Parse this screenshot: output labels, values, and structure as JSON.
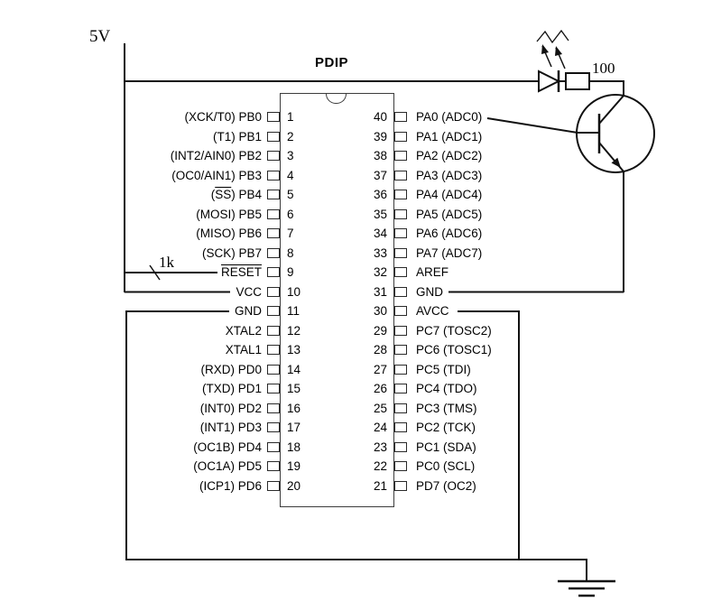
{
  "title": "PDIP",
  "supply_label": "5V",
  "reset_resistor_label": "1k",
  "led_resistor_label": "100",
  "colors": {
    "wire": "#111111",
    "background": "#ffffff",
    "ic_outline": "#3c3c3c"
  },
  "ic": {
    "package": "PDIP",
    "left_pins": [
      {
        "pin": "1",
        "label": "(XCK/T0) PB0"
      },
      {
        "pin": "2",
        "label": "(T1) PB1"
      },
      {
        "pin": "3",
        "label": "(INT2/AIN0) PB2"
      },
      {
        "pin": "4",
        "label": "(OC0/AIN1) PB3"
      },
      {
        "pin": "5",
        "pre": "(",
        "over": "SS",
        "post": ") PB4"
      },
      {
        "pin": "6",
        "label": "(MOSI) PB5"
      },
      {
        "pin": "7",
        "label": "(MISO) PB6"
      },
      {
        "pin": "8",
        "label": "(SCK) PB7"
      },
      {
        "pin": "9",
        "over": "RESET"
      },
      {
        "pin": "10",
        "label": "VCC"
      },
      {
        "pin": "11",
        "label": "GND"
      },
      {
        "pin": "12",
        "label": "XTAL2"
      },
      {
        "pin": "13",
        "label": "XTAL1"
      },
      {
        "pin": "14",
        "label": "(RXD) PD0"
      },
      {
        "pin": "15",
        "label": "(TXD) PD1"
      },
      {
        "pin": "16",
        "label": "(INT0) PD2"
      },
      {
        "pin": "17",
        "label": "(INT1) PD3"
      },
      {
        "pin": "18",
        "label": "(OC1B) PD4"
      },
      {
        "pin": "19",
        "label": "(OC1A) PD5"
      },
      {
        "pin": "20",
        "label": "(ICP1) PD6"
      }
    ],
    "right_pins": [
      {
        "pin": "40",
        "label": "PA0 (ADC0)"
      },
      {
        "pin": "39",
        "label": "PA1 (ADC1)"
      },
      {
        "pin": "38",
        "label": "PA2 (ADC2)"
      },
      {
        "pin": "37",
        "label": "PA3 (ADC3)"
      },
      {
        "pin": "36",
        "label": "PA4 (ADC4)"
      },
      {
        "pin": "35",
        "label": "PA5 (ADC5)"
      },
      {
        "pin": "34",
        "label": "PA6 (ADC6)"
      },
      {
        "pin": "33",
        "label": "PA7 (ADC7)"
      },
      {
        "pin": "32",
        "label": "AREF"
      },
      {
        "pin": "31",
        "label": "GND"
      },
      {
        "pin": "30",
        "label": "AVCC"
      },
      {
        "pin": "29",
        "label": "PC7 (TOSC2)"
      },
      {
        "pin": "28",
        "label": "PC6 (TOSC1)"
      },
      {
        "pin": "27",
        "label": "PC5 (TDI)"
      },
      {
        "pin": "26",
        "label": "PC4 (TDO)"
      },
      {
        "pin": "25",
        "label": "PC3 (TMS)"
      },
      {
        "pin": "24",
        "label": "PC2 (TCK)"
      },
      {
        "pin": "23",
        "label": "PC1 (SDA)"
      },
      {
        "pin": "22",
        "label": "PC0 (SCL)"
      },
      {
        "pin": "21",
        "label": "PD7 (OC2)"
      }
    ]
  }
}
